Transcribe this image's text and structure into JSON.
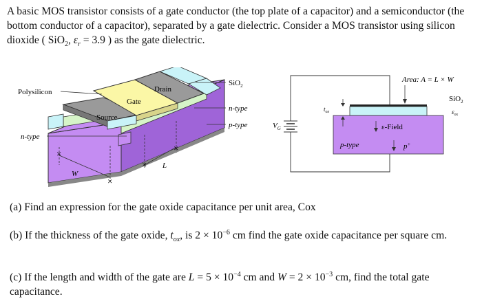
{
  "intro": {
    "part1": "A basic MOS transistor consists of a gate conductor (the top plate of a capacitor) and a semiconductor (the bottom conductor of a capacitor), separated by a gate dielectric.  Consider a MOS transistor using silicon dioxide ( SiO",
    "sub2": "2",
    "part2": ", ",
    "eps": "ε",
    "eps_sub": "r",
    "part3": " = 3.9 ) as the gate dielectric."
  },
  "figure_left": {
    "polysilicon": "Polysilicon",
    "ntype_left": "n-type",
    "gate": "Gate",
    "drain": "Drain",
    "source": "Source",
    "sio2": "SiO",
    "sio2_sub": "2",
    "ntype": "n-type",
    "ptype": "p-type",
    "w": "W",
    "l": "L"
  },
  "figure_right": {
    "area_label": "Area: A = L × W",
    "sio2": "SiO",
    "sio2_sub": "2",
    "eps_ox": "ε",
    "eps_ox_sub": "ox",
    "tox": "t",
    "tox_sub": "ox",
    "vg": "V",
    "vg_sub": "G",
    "efield": "ε-Field",
    "ptype": "p-type",
    "pplus": "p",
    "pplus_sup": "+"
  },
  "questions": {
    "a": "(a)  Find an expression for the gate oxide capacitance per unit area, Cox",
    "b_pre": "(b)  If the thickness of the gate oxide, ",
    "b_t": "t",
    "b_sub": "ox",
    "b_mid": ", is 2 × 10",
    "b_exp": "−6",
    "b_post": " cm find the gate oxide capacitance per square cm.",
    "c_pre": "(c)  If the length and width of the gate are ",
    "c_L": "L",
    "c_mid1": " = 5 × 10",
    "c_exp1": "−4",
    "c_mid2": " cm and ",
    "c_W": "W",
    "c_mid3": " = 2 × 10",
    "c_exp2": "−3",
    "c_post": " cm, find the total gate capacitance."
  },
  "colors": {
    "purple_substrate": "#c48cf2",
    "cyan_oxide": "#c9f3f8",
    "yellow_gate": "#fbf7a6",
    "gray_contact": "#9a9a9a",
    "green_ntype": "#d6f4c8"
  }
}
